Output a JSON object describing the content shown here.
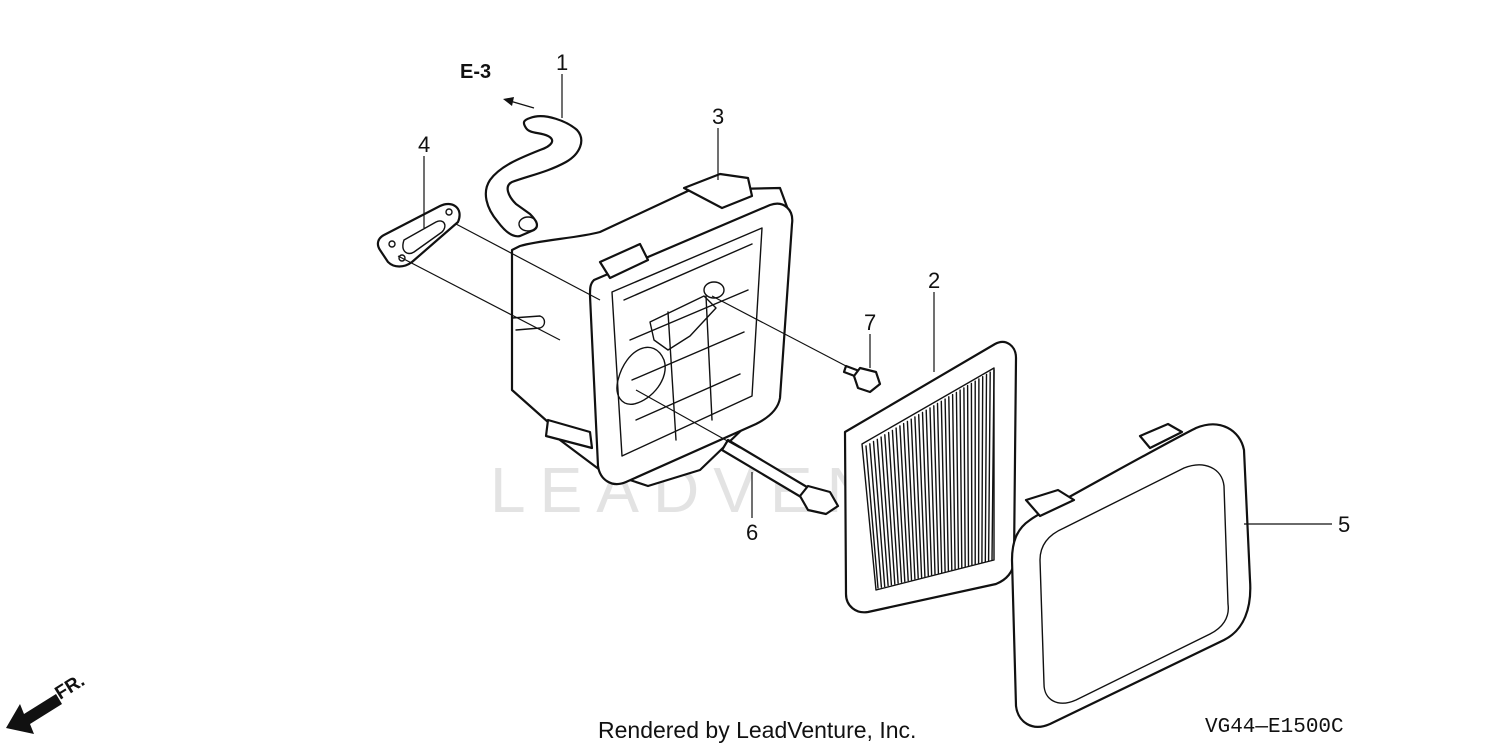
{
  "diagram": {
    "reference_label": "E-3",
    "callouts": [
      {
        "number": "1",
        "part": "breather-tube"
      },
      {
        "number": "2",
        "part": "air-filter-element"
      },
      {
        "number": "3",
        "part": "air-cleaner-case"
      },
      {
        "number": "4",
        "part": "gasket"
      },
      {
        "number": "5",
        "part": "air-cleaner-cover"
      },
      {
        "number": "6",
        "part": "long-bolt"
      },
      {
        "number": "7",
        "part": "flange-bolt"
      }
    ],
    "watermark": "LEADVENT",
    "direction_label": "FR.",
    "diagram_code": "VG44—E1500C",
    "credit": "Rendered by LeadVenture, Inc."
  }
}
